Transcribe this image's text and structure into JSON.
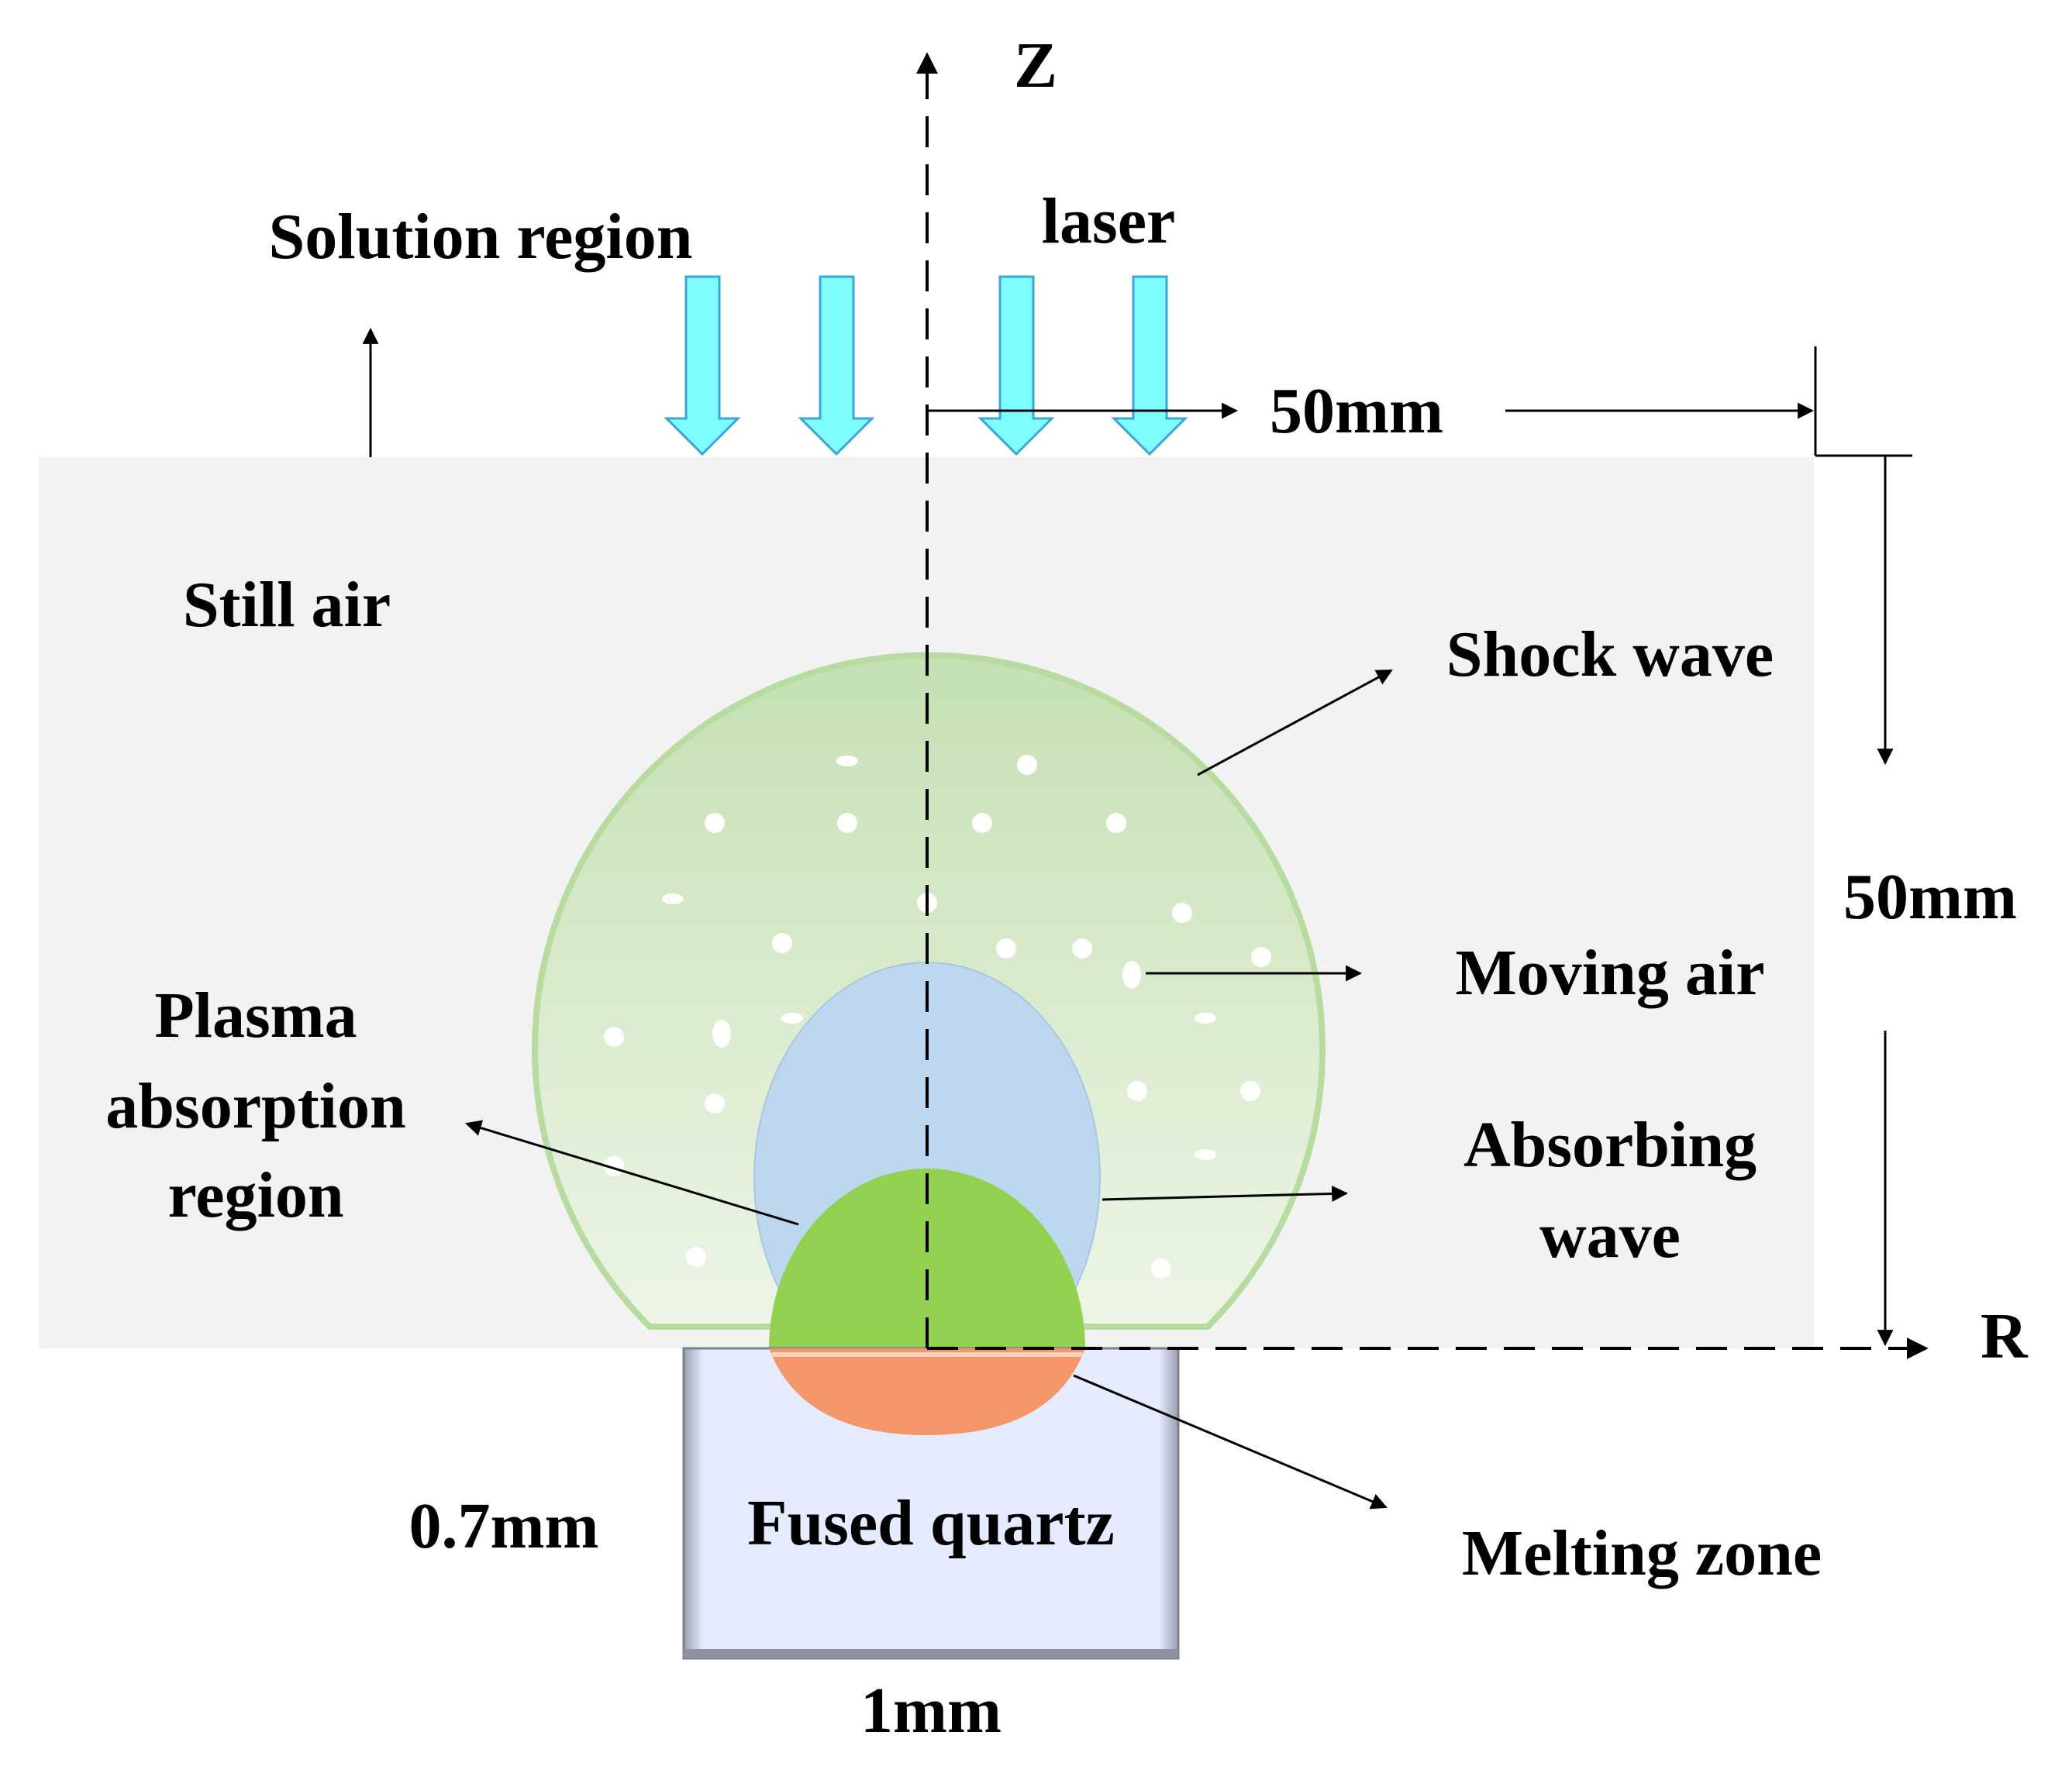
{
  "axes": {
    "z_label": "Z",
    "r_label": "R"
  },
  "labels": {
    "solution_region": "Solution region",
    "laser": "laser",
    "still_air": "Still air",
    "shock_wave": "Shock wave",
    "moving_air": "Moving air",
    "plasma_line1": "Plasma",
    "plasma_line2": "absorption",
    "plasma_line3": "region",
    "absorbing_line1": "Absorbing",
    "absorbing_line2": "wave",
    "fused_quartz": "Fused quartz",
    "melting_zone": "Melting zone"
  },
  "dimensions": {
    "width_top": "50mm",
    "height_right": "50mm",
    "quartz_height": "0.7mm",
    "quartz_width": "1mm"
  },
  "colors": {
    "air_region": "#f2f2f2",
    "shock_wave_fill": "#c5e0b4",
    "shock_wave_outline": "#b8dca0",
    "absorbing_wave": "#bdd7ee",
    "plasma": "#92d050",
    "melting_zone": "#f4956a",
    "quartz": "#e6ecff",
    "laser_arrow": "#7ffcff",
    "laser_arrow_stroke": "#3aa6d8"
  }
}
